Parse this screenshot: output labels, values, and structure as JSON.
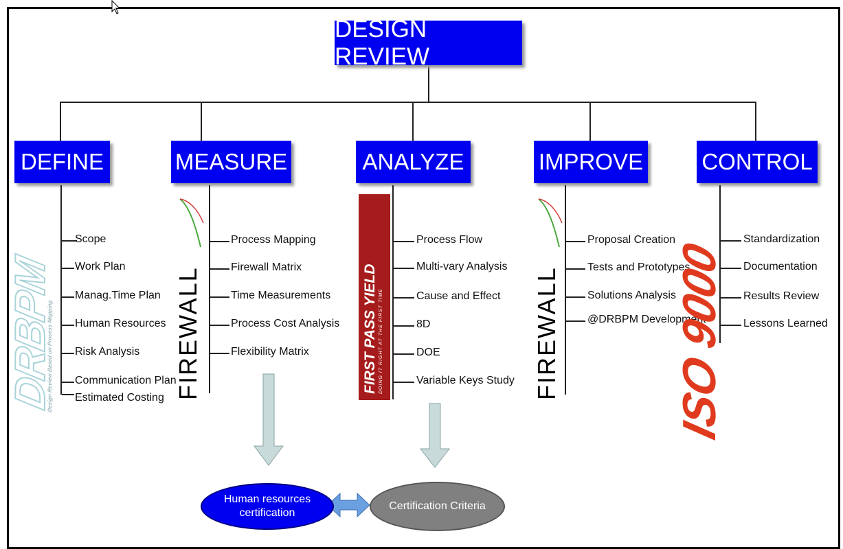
{
  "title": "DESIGN REVIEW",
  "phases": [
    {
      "label": "DEFINE",
      "items": [
        "Scope",
        "Work Plan",
        "Manag.Time Plan",
        "Human Resources",
        "Risk Analysis",
        "Communication Plan",
        "Estimated Costing"
      ]
    },
    {
      "label": "MEASURE",
      "items": [
        "Process Mapping",
        "Firewall Matrix",
        "Time Measurements",
        "Process Cost Analysis",
        "Flexibility Matrix"
      ]
    },
    {
      "label": "ANALYZE",
      "items": [
        "Process Flow",
        "Multi-vary Analysis",
        "Cause and Effect",
        "8D",
        "DOE",
        "Variable Keys Study"
      ]
    },
    {
      "label": "IMPROVE",
      "items": [
        "Proposal Creation",
        "Tests and Prototypes",
        "Solutions Analysis",
        "@DRBPM Development"
      ]
    },
    {
      "label": "CONTROL",
      "items": [
        "Standardization",
        "Documentation",
        "Results Review",
        "Lessons Learned"
      ]
    }
  ],
  "logos": {
    "drbpm": "DRBPM",
    "drbpm_sub": "Design Review Based on Process Mapping",
    "firewall": "FIREWALL",
    "fpy": "FIRST PASS YIELD",
    "fpy_sub": "DOING IT RIGHT AT THE FIRST TIME",
    "iso": "ISO 9000"
  },
  "outputs": {
    "human": "Human resources certification",
    "cert": "Certification Criteria"
  },
  "colors": {
    "box": "#0000f0",
    "arrow": "#c8dada",
    "double_arrow": "#6a9fe0",
    "oval_blue": "#0000f0",
    "oval_gray": "#808080"
  }
}
